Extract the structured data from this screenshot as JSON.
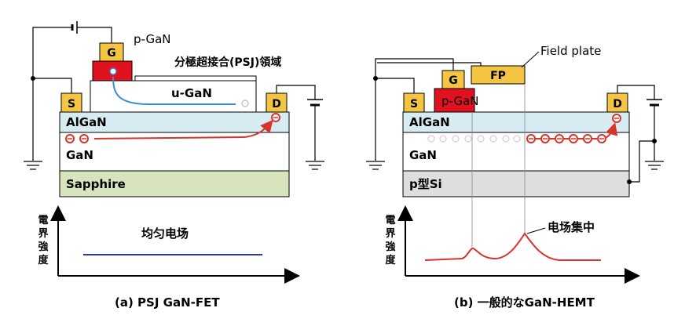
{
  "left": {
    "labels": {
      "p_gan": "p-GaN",
      "psj_region": "分極超接合(PSJ)領域",
      "u_gan": "u-GaN",
      "algan": "AlGaN",
      "gan": "GaN",
      "substrate": "Sapphire",
      "gate": "G",
      "source": "S",
      "drain": "D"
    },
    "field_label": "均匀电场",
    "axis_label": "電界強度",
    "caption": "(a) PSJ GaN-FET"
  },
  "right": {
    "labels": {
      "field_plate": "Field plate",
      "fp": "FP",
      "gate": "G",
      "p_gan": "p-GaN",
      "source": "S",
      "drain": "D",
      "algan": "AlGaN",
      "gan": "GaN",
      "substrate": "p型Si"
    },
    "field_label": "电场集中",
    "axis_label": "電界強度",
    "caption": "(b) 一般的なGaN-HEMT"
  },
  "colors": {
    "algan": "#d7ecf2",
    "gan": "#ffffff",
    "sapphire": "#d7e4bd",
    "psi": "#dedede",
    "electrode": "#f4c542",
    "pgan": "#e0121f",
    "field_curve_left": "#2e3c8c",
    "field_curve_right": "#d9332c",
    "electron_path": "#d9332c",
    "hole_path": "#3a8fd0"
  }
}
